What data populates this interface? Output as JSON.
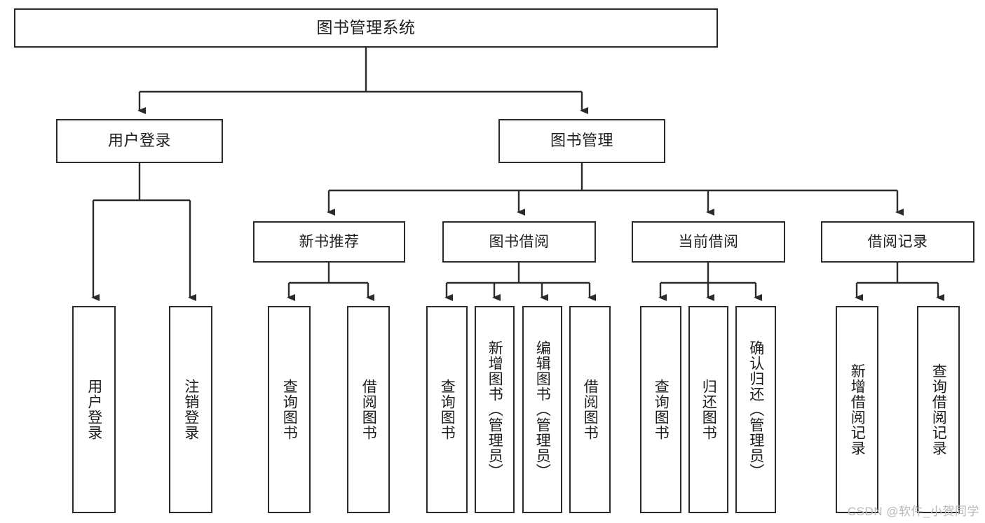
{
  "diagram": {
    "type": "tree-hierarchy",
    "title": "图书管理系统",
    "root": {
      "id": "root",
      "label": "图书管理系统",
      "level": 1
    },
    "level2": [
      {
        "id": "user-login",
        "label": "用户登录"
      },
      {
        "id": "book-manage",
        "label": "图书管理"
      }
    ],
    "level3": [
      {
        "id": "new-book-rec",
        "label": "新书推荐",
        "parent": "book-manage"
      },
      {
        "id": "book-borrow",
        "label": "图书借阅",
        "parent": "book-manage"
      },
      {
        "id": "current-borrow",
        "label": "当前借阅",
        "parent": "book-manage"
      },
      {
        "id": "borrow-record",
        "label": "借阅记录",
        "parent": "book-manage"
      }
    ],
    "leaves": [
      {
        "id": "leaf-user-login",
        "label": "用户登录",
        "parent": "user-login"
      },
      {
        "id": "leaf-logout",
        "label": "注销登录",
        "parent": "user-login"
      },
      {
        "id": "leaf-query-book-1",
        "label": "查询图书",
        "parent": "new-book-rec"
      },
      {
        "id": "leaf-borrow-book-1",
        "label": "借阅图书",
        "parent": "new-book-rec"
      },
      {
        "id": "leaf-query-book-2",
        "label": "查询图书",
        "parent": "book-borrow"
      },
      {
        "id": "leaf-add-book",
        "label": "新增图书（管理员）",
        "parent": "book-borrow"
      },
      {
        "id": "leaf-edit-book",
        "label": "编辑图书（管理员）",
        "parent": "book-borrow"
      },
      {
        "id": "leaf-borrow-book-2",
        "label": "借阅图书",
        "parent": "book-borrow"
      },
      {
        "id": "leaf-query-book-3",
        "label": "查询图书",
        "parent": "current-borrow"
      },
      {
        "id": "leaf-return-book",
        "label": "归还图书",
        "parent": "current-borrow"
      },
      {
        "id": "leaf-confirm-return",
        "label": "确认归还（管理员）",
        "parent": "current-borrow"
      },
      {
        "id": "leaf-add-record",
        "label": "新增借阅记录",
        "parent": "borrow-record"
      },
      {
        "id": "leaf-query-record",
        "label": "查询借阅记录",
        "parent": "borrow-record"
      }
    ]
  },
  "watermark": {
    "text": "CSDN @软件_小贺同学"
  },
  "colors": {
    "stroke": "#2b2b2b",
    "background": "#ffffff",
    "text": "#1d1d1d",
    "watermark": "#b9b9b9"
  }
}
